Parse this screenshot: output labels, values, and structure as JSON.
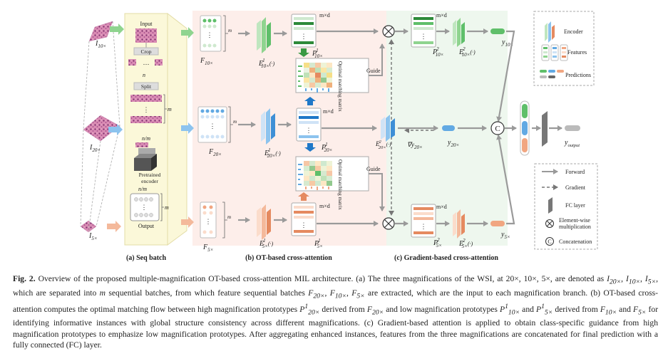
{
  "figure": {
    "inputs": {
      "i10": {
        "base": "I",
        "sub": "10×"
      },
      "i20": {
        "base": "I",
        "sub": "20×"
      },
      "i5": {
        "base": "I",
        "sub": "5×"
      }
    },
    "seq_batch": {
      "input": "Input",
      "crop": "Crop",
      "ellipsis": "…",
      "n": "n",
      "split": "Split",
      "m": "m",
      "n_m": "n/m",
      "pretrained": "Pretrained",
      "encoder": "encoder",
      "output": "Output"
    },
    "features": {
      "f10": {
        "base": "F",
        "sub": "10×"
      },
      "f20": {
        "base": "F",
        "sub": "20×"
      },
      "f5": {
        "base": "F",
        "sub": "5×"
      },
      "m": "m"
    },
    "encoders1": {
      "e10": {
        "base": "E",
        "sup": "1",
        "sub": "10×",
        "arg": "(·)"
      },
      "e20": {
        "base": "E",
        "sup": "1",
        "sub": "20×",
        "arg": "(·)"
      },
      "e5": {
        "base": "E",
        "sup": "1",
        "sub": "5×",
        "arg": "(·)"
      }
    },
    "prototypes1": {
      "p10": {
        "base": "P",
        "sup": "1",
        "sub": "10×"
      },
      "p20": {
        "base": "P",
        "sup": "1",
        "sub": "20×"
      },
      "p5": {
        "base": "P",
        "sup": "1",
        "sub": "5×"
      },
      "mxd": "m×d"
    },
    "matching": {
      "label": "Optimal matching matrix",
      "guide": "Guide"
    },
    "gradient_branch": {
      "p10_2": {
        "base": "P",
        "sup": "2",
        "sub": "10×"
      },
      "p5_2": {
        "base": "P",
        "sup": "2",
        "sub": "5×"
      },
      "e10_2": {
        "base": "E",
        "sup": "2",
        "sub": "10×",
        "arg": "(·)"
      },
      "e20_2": {
        "base": "E",
        "sup": "2",
        "sub": "20×",
        "arg": "(·)"
      },
      "e5_2": {
        "base": "E",
        "sup": "2",
        "sub": "5×",
        "arg": "(·)"
      },
      "grad": {
        "pre": "∇",
        "base": "y",
        "sub": "20×"
      },
      "y10": {
        "base": "y",
        "sub": "10×"
      },
      "y20": {
        "base": "y",
        "sub": "20×"
      },
      "y5": {
        "base": "y",
        "sub": "5×"
      },
      "y_out": {
        "base": "y",
        "sub": "output"
      },
      "mxd": "m×d",
      "concat_symbol": "C"
    },
    "legend": {
      "encoder": "Encoder",
      "features": "Features",
      "predictions": "Predictions",
      "forward": "Forward",
      "gradient": "Gradient",
      "fc": "FC layer",
      "elementwise_1": "Element-wise",
      "elementwise_2": "multiplication",
      "concat": "Concatenation",
      "concat_symbol": "C"
    },
    "panels": {
      "a": "(a) Seq batch",
      "b": "(b) OT-based cross-attention",
      "c": "(c) Gradient-based cross-attention"
    },
    "colors": {
      "green": "#5fbf6a",
      "blue": "#62a9e3",
      "peach": "#f1a681",
      "panel_b_bg": "#fdeeea",
      "panel_c_bg": "#eef7ee",
      "seq_bg": "#fbf8d9"
    }
  },
  "caption": {
    "fig_label": "Fig. 2.",
    "s1": "Overview of the proposed multiple-magnification OT-based cross-attention MIL architecture. (a) The three magnifications of the WSI, at 20×, 10×, 5×, are denoted as",
    "t_i20": {
      "base": "I",
      "sub": "20×"
    },
    "t_i10": {
      "base": "I",
      "sub": "10×"
    },
    "t_i5": {
      "base": "I",
      "sub": "5×"
    },
    "t_m": "m",
    "t_f20": {
      "base": "F",
      "sub": "20×"
    },
    "t_f10": {
      "base": "F",
      "sub": "10×"
    },
    "t_f5": {
      "base": "F",
      "sub": "5×"
    },
    "t_p20": {
      "base": "P",
      "sup": "1",
      "sub": "20×"
    },
    "t_p10": {
      "base": "P",
      "sup": "1",
      "sub": "10×"
    },
    "t_p5": {
      "base": "P",
      "sup": "1",
      "sub": "5×"
    },
    "t_f20b": {
      "base": "F",
      "sub": "20×"
    },
    "t_f10b": {
      "base": "F",
      "sub": "10×"
    },
    "t_f5b": {
      "base": "F",
      "sub": "5×"
    },
    "s2": ", which are separated into",
    "s3": "sequential batches, from which feature sequential batches",
    "s4": "are extracted, which are the input to each magnification branch. (b) OT-based cross-attention computes the optimal matching flow between high magnification prototypes",
    "s5": "derived from",
    "s6": "and low magnification prototypes",
    "s7": "and",
    "s8": "derived from",
    "s9": "for identifying informative instances with global structure consistency across different magnifications. (c) Gradient-based attention is applied to obtain class-specific guidance from high magnification prototypes to emphasize low magnification prototypes. After aggregating enhanced instances, features from the three magnifications are concatenated for final prediction with a fully connected (FC) layer."
  }
}
